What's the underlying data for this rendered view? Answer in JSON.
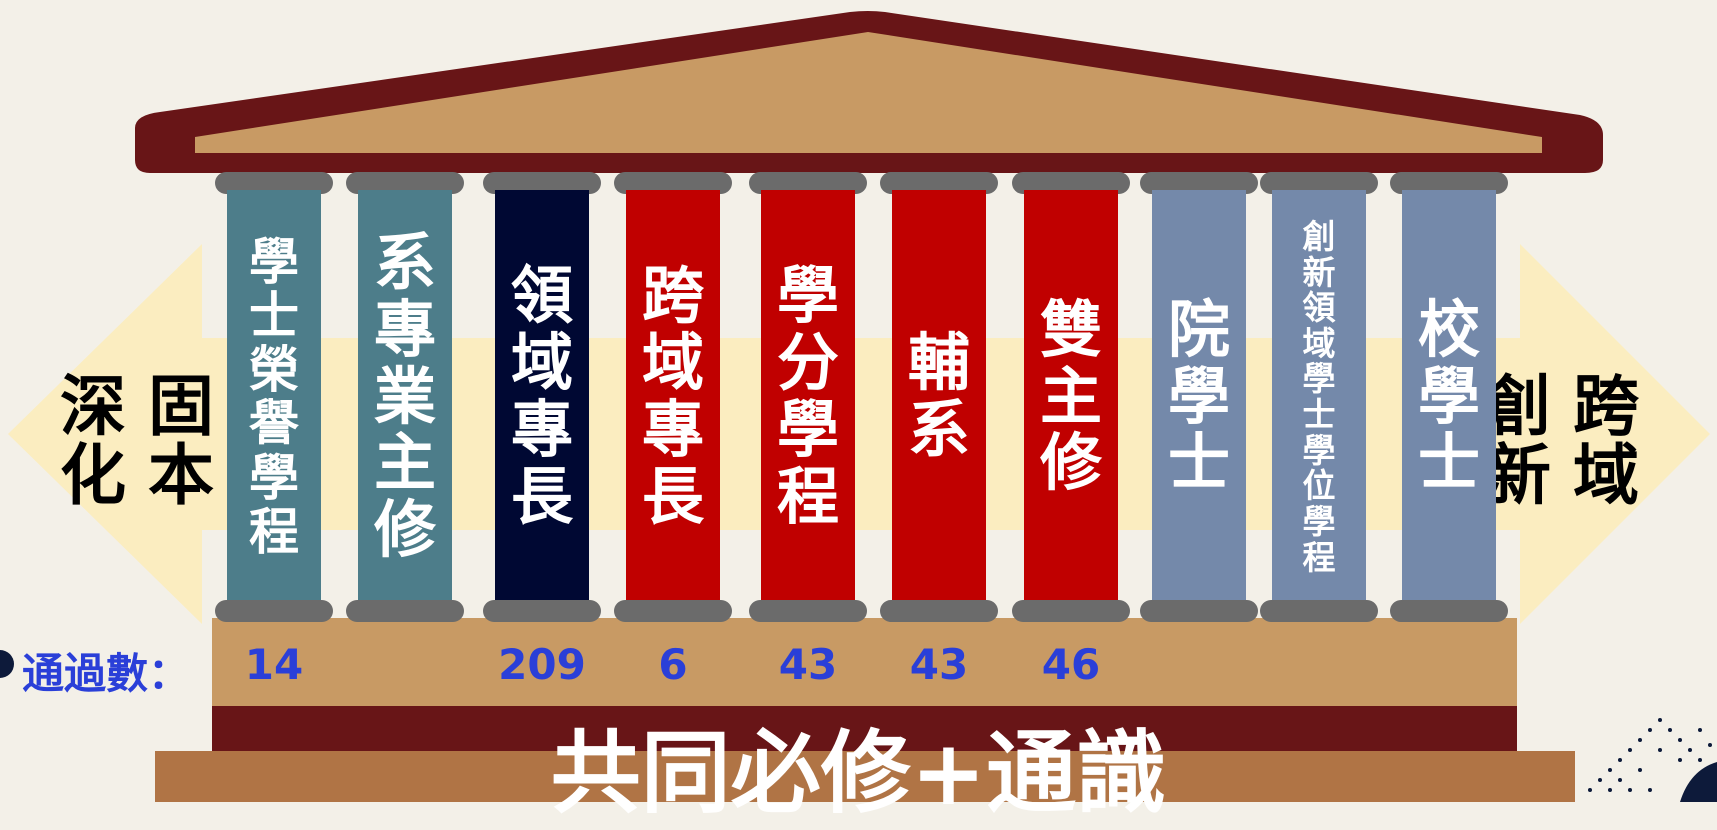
{
  "pillars": [
    {
      "label": "學士榮譽學程",
      "color": "#4d7d8a",
      "count": "14"
    },
    {
      "label": "系專業主修",
      "color": "#4d7d8a",
      "count": ""
    },
    {
      "label": "領域專長",
      "color": "#000833",
      "count": "209"
    },
    {
      "label": "跨域專長",
      "color": "#c00000",
      "count": "6"
    },
    {
      "label": "學分學程",
      "color": "#c00000",
      "count": "43"
    },
    {
      "label": "輔系",
      "color": "#c00000",
      "count": "43"
    },
    {
      "label": "雙主修",
      "color": "#c00000",
      "count": "46"
    },
    {
      "label": "院學士",
      "color": "#7489aa",
      "count": ""
    },
    {
      "label": "創新領域學士學位學程",
      "color": "#7489aa",
      "count": ""
    },
    {
      "label": "校學士",
      "color": "#7489aa",
      "count": ""
    }
  ],
  "left_arrow": {
    "col1": "深化",
    "col2": "固本"
  },
  "right_arrow": {
    "col1": "創新",
    "col2": "跨域"
  },
  "count_label": "通過數：",
  "foundation": "共同必修+通識",
  "colors": {
    "roof_dark": "#681517",
    "roof_light": "#c89a64",
    "platform": "#c89a64",
    "base_dark": "#681517",
    "base_bottom": "#b07445",
    "arrow": "#fbedc0",
    "count_text": "#2a3fd8"
  }
}
